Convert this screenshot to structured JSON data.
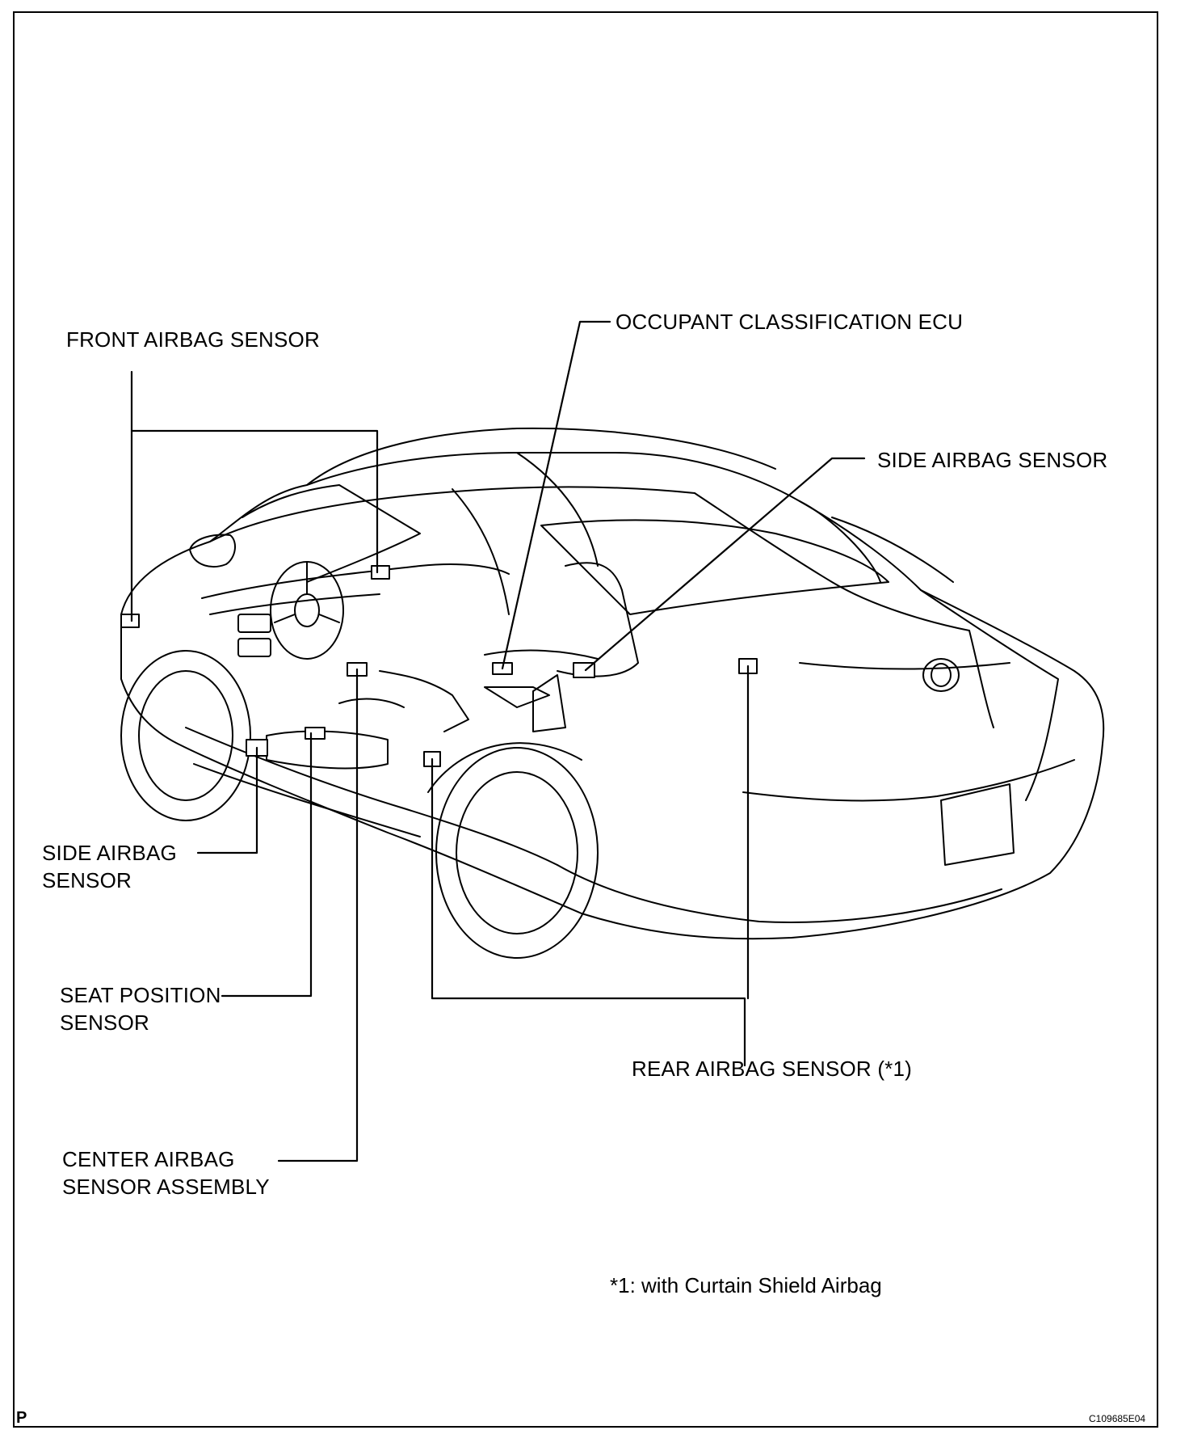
{
  "labels": {
    "front_airbag_sensor": "FRONT AIRBAG SENSOR",
    "occupant_classification_ecu": "OCCUPANT CLASSIFICATION ECU",
    "side_airbag_sensor_right": "SIDE AIRBAG SENSOR",
    "side_airbag_sensor_left": [
      "SIDE AIRBAG",
      "SENSOR"
    ],
    "seat_position_sensor": [
      "SEAT POSITION",
      "SENSOR"
    ],
    "center_airbag_sensor_assembly": [
      "CENTER AIRBAG",
      "SENSOR ASSEMBLY"
    ],
    "rear_airbag_sensor": "REAR AIRBAG SENSOR (*1)"
  },
  "footnote": "*1: with Curtain Shield Airbag",
  "corner_mark": "P",
  "figure_code": "C109685E04"
}
